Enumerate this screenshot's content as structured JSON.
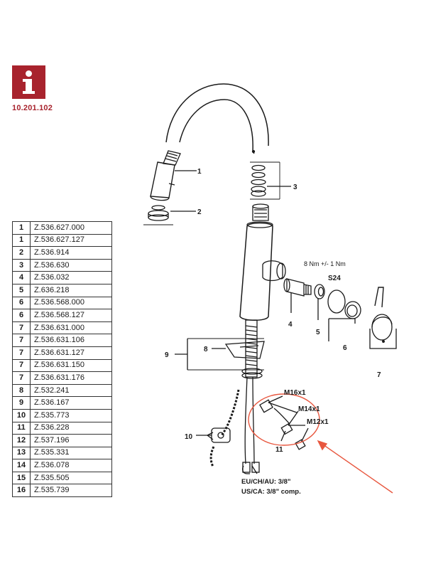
{
  "header": {
    "doc_number": "10.201.102"
  },
  "parts_table": [
    {
      "pos": "1",
      "code": "Z.536.627.000"
    },
    {
      "pos": "1",
      "code": "Z.536.627.127"
    },
    {
      "pos": "2",
      "code": "Z.536.914"
    },
    {
      "pos": "3",
      "code": "Z.536.630"
    },
    {
      "pos": "4",
      "code": "Z.536.032"
    },
    {
      "pos": "5",
      "code": "Z.636.218"
    },
    {
      "pos": "6",
      "code": "Z.536.568.000"
    },
    {
      "pos": "6",
      "code": "Z.536.568.127"
    },
    {
      "pos": "7",
      "code": "Z.536.631.000"
    },
    {
      "pos": "7",
      "code": "Z.536.631.106"
    },
    {
      "pos": "7",
      "code": "Z.536.631.127"
    },
    {
      "pos": "7",
      "code": "Z.536.631.150"
    },
    {
      "pos": "7",
      "code": "Z.536.631.176"
    },
    {
      "pos": "8",
      "code": "Z.532.241"
    },
    {
      "pos": "9",
      "code": "Z.536.167"
    },
    {
      "pos": "10",
      "code": "Z.535.773"
    },
    {
      "pos": "11",
      "code": "Z.536.228"
    },
    {
      "pos": "12",
      "code": "Z.537.196"
    },
    {
      "pos": "13",
      "code": "Z.535.331"
    },
    {
      "pos": "14",
      "code": "Z.536.078"
    },
    {
      "pos": "15",
      "code": "Z.535.505"
    },
    {
      "pos": "16",
      "code": "Z.535.739"
    }
  ],
  "callouts": {
    "c1": "1",
    "c2": "2",
    "c3": "3",
    "c4": "4",
    "c5": "5",
    "c6": "6",
    "c7": "7",
    "c8": "8",
    "c9": "9",
    "c10": "10",
    "c11": "11"
  },
  "annotations": {
    "torque": "8 Nm +/- 1 Nm",
    "wrench": "S24",
    "thread_m16": "M16x1",
    "thread_m14": "M14x1",
    "thread_m12": "M12x1"
  },
  "connection_notes": {
    "eu_prefix": "EU/CH/AU: ",
    "eu_size": "3/8\"",
    "us_prefix": "US/CA: ",
    "us_size": "3/8\"",
    "us_suffix": " comp."
  },
  "colors": {
    "brand": "#a8232d",
    "highlight": "#e8573f"
  },
  "icons": {
    "badge": "info-icon"
  }
}
